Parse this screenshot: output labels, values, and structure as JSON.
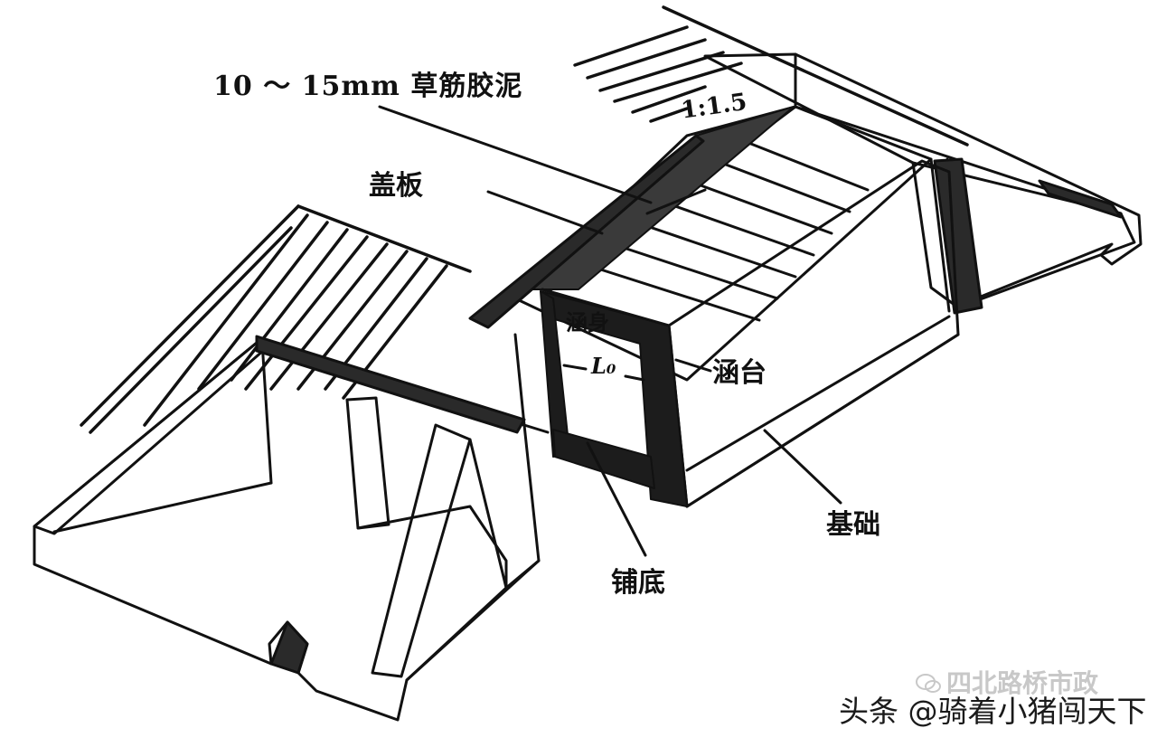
{
  "labels": {
    "mortar": "10 ～ 15mm 草筋胶泥",
    "slope": "1:1.5",
    "cover_slab": "盖板",
    "culvert_body": "涵身",
    "span": "L₀",
    "abutment": "涵台",
    "foundation": "基础",
    "paving": "铺底"
  },
  "watermark": {
    "text": "四北路桥市政",
    "icon": "wechat-bubble-icon"
  },
  "credit": "头条 @骑着小猪闯天下",
  "colors": {
    "ink": "#111111",
    "paper": "#ffffff",
    "watermark": "#c8c8c8"
  }
}
